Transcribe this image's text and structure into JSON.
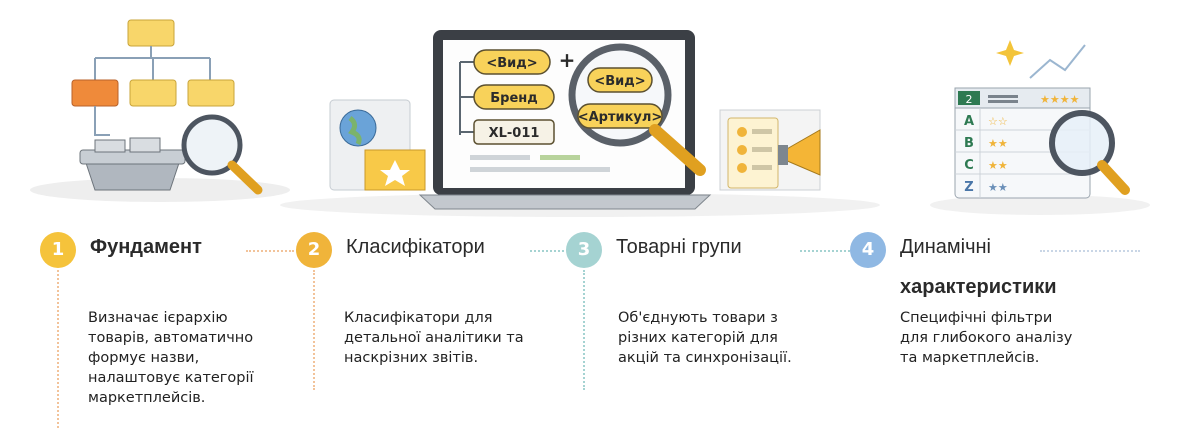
{
  "colors": {
    "step1": "#f5c33b",
    "step2": "#f0b43a",
    "step3": "#a5d3d2",
    "step4": "#8fb8e3",
    "connector": "#f2c39a",
    "accent_orange": "#ef8a3a",
    "accent_yellow": "#f8d66a"
  },
  "illustration": {
    "tags": [
      "<Вид>",
      "+",
      "Бренд",
      "XL-011",
      "<Вид>",
      "<Артикул>"
    ],
    "abc_rows": [
      "A",
      "B",
      "C",
      "Z"
    ],
    "abc_header": "2"
  },
  "steps": [
    {
      "number": "1",
      "title": "Фундамент",
      "description": [
        "Визначає ієрархію",
        "товарів, автоматично",
        "формує назви,",
        "налаштовує категорії",
        "маркетплейсів."
      ]
    },
    {
      "number": "2",
      "title": "Класифікатори",
      "description": [
        "Класифікатори для",
        "детальної аналітики та",
        "наскрізних звітів."
      ]
    },
    {
      "number": "3",
      "title": "Товарні групи",
      "description": [
        "Об'єднують товари з",
        "різних категорій для",
        "акцій та синхронізації."
      ]
    },
    {
      "number": "4",
      "title": "Динамічні",
      "title_line2": "характеристики",
      "description": [
        "Специфічні фільтри",
        "для глибокого аналізу",
        "та маркетплейсів."
      ]
    }
  ]
}
